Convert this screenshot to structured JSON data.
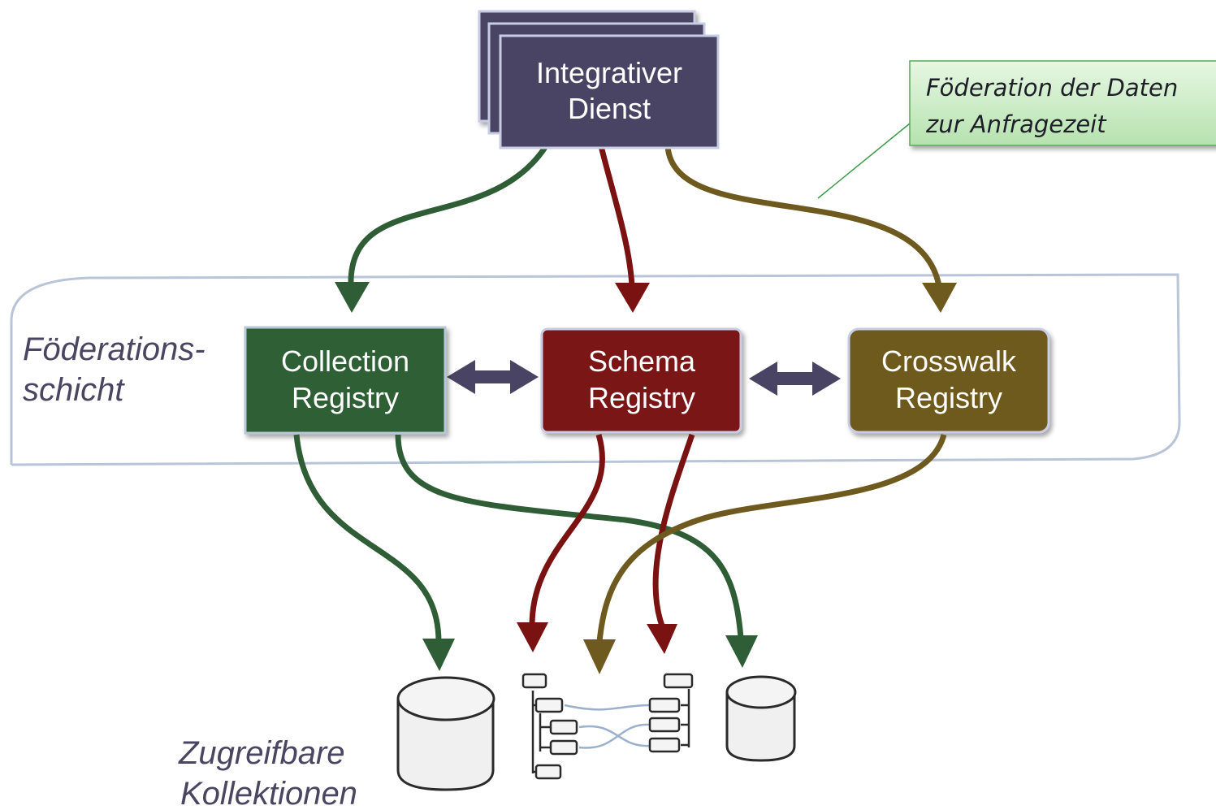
{
  "integrative_service": {
    "line1": "Integrativer",
    "line2": "Dienst"
  },
  "callout": {
    "line1": "Föderation der Daten",
    "line2": "zur Anfragezeit"
  },
  "federation_layer": {
    "line1": "Föderations-",
    "line2": "schicht"
  },
  "registries": {
    "collection": {
      "line1": "Collection",
      "line2": "Registry"
    },
    "schema": {
      "line1": "Schema",
      "line2": "Registry"
    },
    "crosswalk": {
      "line1": "Crosswalk",
      "line2": "Registry"
    }
  },
  "collections": {
    "line1": "Zugreifbare",
    "line2": "Kollektionen"
  },
  "colors": {
    "service": "#4a4464",
    "collection": "#2f5e36",
    "schema": "#7a1212",
    "crosswalk": "#6e5a1e",
    "callout_bg": "#c9ecc4",
    "callout_border": "#5aa85a",
    "layer_outline": "#b8c4d8",
    "connector": "#4a4464"
  }
}
